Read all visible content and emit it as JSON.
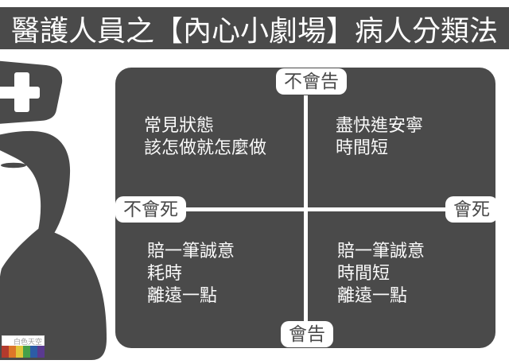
{
  "title": "醫護人員之【內心小劇場】病人分類法",
  "palette": {
    "dark_gray": "#4a4a4a",
    "text_light": "#fafafa",
    "pill_bg": "#ffffff",
    "pill_text": "#4a4a4a"
  },
  "matrix": {
    "axes": {
      "top": "不會告",
      "bottom": "會告",
      "left": "不會死",
      "right": "會死"
    },
    "quadrants": {
      "top_left": {
        "lines": [
          "常見狀態",
          "該怎做就怎麼做"
        ]
      },
      "top_right": {
        "lines": [
          "盡快進安寧",
          "時間短"
        ]
      },
      "bottom_left": {
        "lines": [
          "賠一筆誠意",
          "耗時",
          "離遠一點"
        ]
      },
      "bottom_right": {
        "lines": [
          "賠一筆誠意",
          "時間短",
          "離遠一點"
        ]
      }
    }
  },
  "watermark": {
    "brand": "白色天空",
    "bar_colors": [
      "#b23a2d",
      "#dd7628",
      "#e0c539",
      "#46a04a",
      "#2c5ca6",
      "#5a3a90"
    ]
  },
  "icon": {
    "name": "nurse-silhouette"
  }
}
